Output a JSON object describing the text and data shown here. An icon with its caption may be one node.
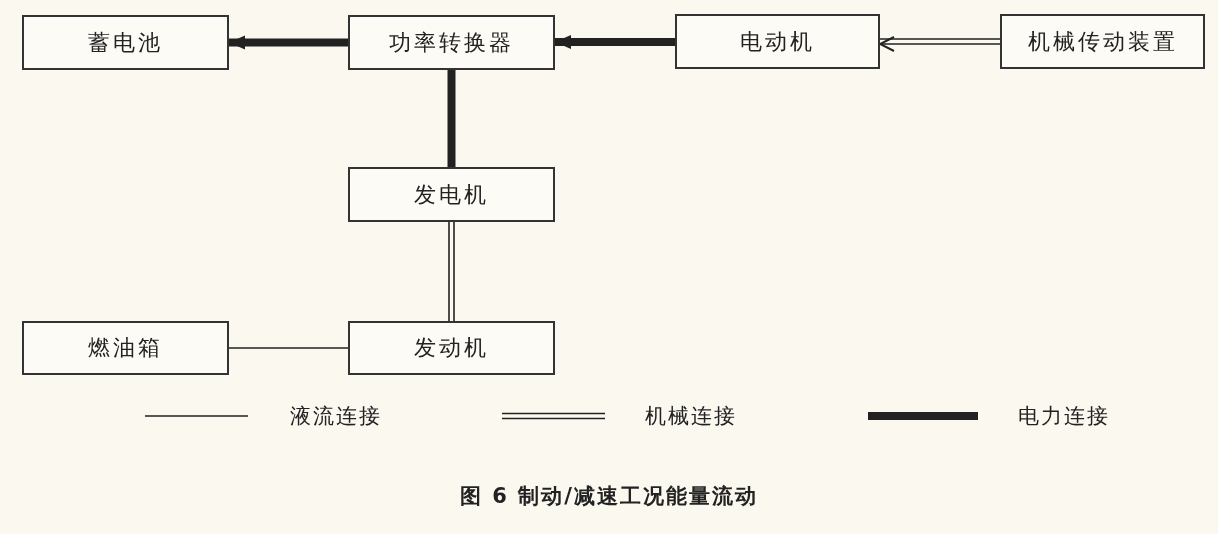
{
  "diagram": {
    "caption": "图 6 制动/减速工况能量流动",
    "nodes": [
      {
        "text": [
          "蓄电池"
        ]
      },
      {
        "text": [
          "功率转换器"
        ]
      },
      {
        "text": [
          "电动机"
        ]
      },
      {
        "text": [
          "机械传动装置"
        ]
      },
      {
        "text": [
          "发电机"
        ]
      },
      {
        "text": [
          "燃油箱"
        ]
      },
      {
        "text": [
          "发动机"
        ]
      }
    ],
    "edges": [
      {
        "from": 1,
        "to": 0,
        "arrow": "to",
        "style": "thick"
      },
      {
        "from": 2,
        "to": 1,
        "arrow": "to",
        "style": "thick"
      },
      {
        "from": 3,
        "to": 2,
        "arrow": "to"
      },
      {
        "from": 1,
        "to": 4,
        "arrow": "none",
        "style": "thick"
      },
      {
        "from": 4,
        "to": 6,
        "arrow": "none"
      },
      {
        "from": 5,
        "to": 6,
        "arrow": "none"
      }
    ],
    "legend": [
      {
        "text": "液流连接"
      },
      {
        "text": "机械连接"
      },
      {
        "text": "电力连接"
      }
    ]
  }
}
